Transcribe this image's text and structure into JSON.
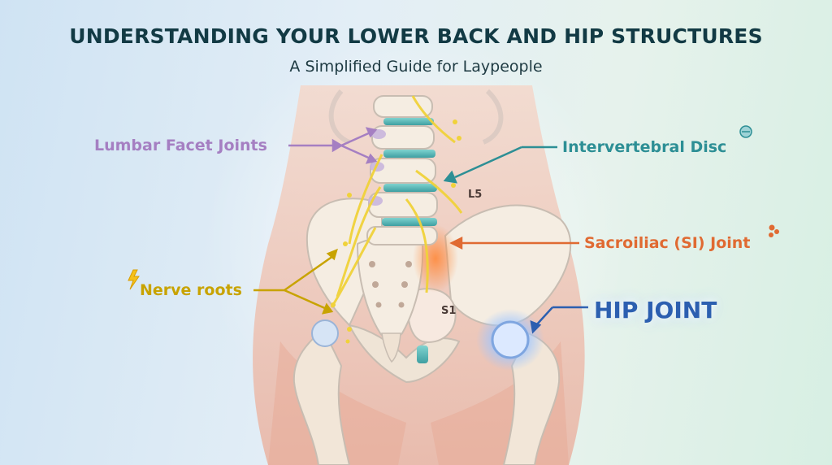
{
  "header": {
    "title": "UNDERSTANDING YOUR LOWER BACK AND HIP STRUCTURES",
    "subtitle": "A Simplified Guide for Laypeople"
  },
  "labels": {
    "lumbar_facet_joints": "Lumbar Facet Joints",
    "intervertebral_disc": "Intervertebral Disc",
    "sacroiliac_joint": "Sacroiliac (SI) Joint",
    "nerve_roots": "Nerve roots",
    "hip_joint": "HIP JOINT",
    "l5": "L5",
    "s1": "S1"
  },
  "colors": {
    "facet": "#a57fc2",
    "disc": "#2d8f95",
    "si_joint": "#e06a32",
    "nerve": "#c8a300",
    "hip": "#2c5fb0",
    "title": "#123a44",
    "skin": "#f0c8b8",
    "bone": "#f5ede2"
  },
  "icons": {
    "disc": "pill-icon",
    "si_joint": "orange-dots-icon",
    "nerve": "lightning-icon"
  }
}
